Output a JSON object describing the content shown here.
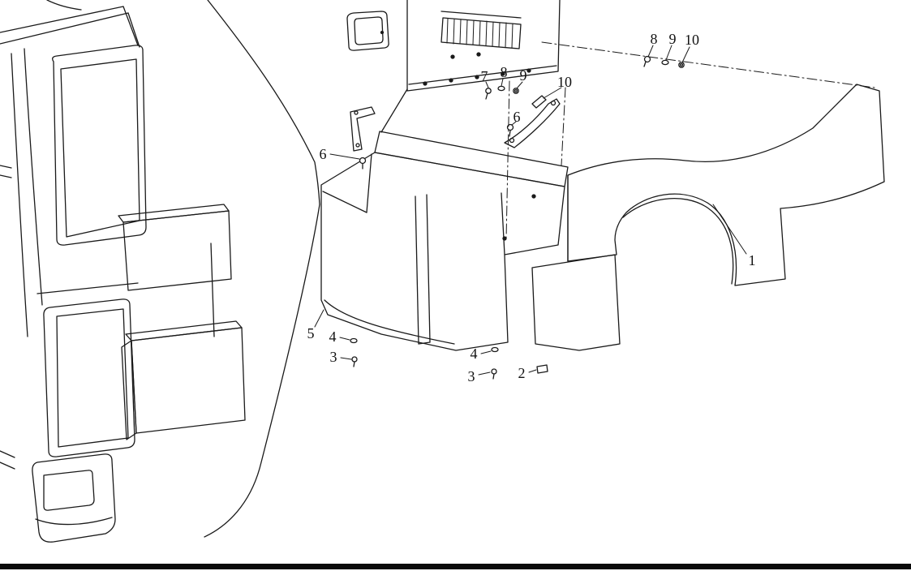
{
  "page": {
    "background_color": "#ffffff",
    "line_color": "#1a1a1a",
    "bottom_bar_color": "#0a0a0a"
  },
  "diagram": {
    "type": "exploded-parts-line-drawing",
    "subject": "truck cab with fender and splash-guard assembly, numbered part callouts",
    "callouts": [
      {
        "label": "8"
      },
      {
        "label": "9"
      },
      {
        "label": "10"
      },
      {
        "label": "7"
      },
      {
        "label": "8"
      },
      {
        "label": "9"
      },
      {
        "label": "10"
      },
      {
        "label": "6"
      },
      {
        "label": "6"
      },
      {
        "label": "1"
      },
      {
        "label": "5"
      },
      {
        "label": "4"
      },
      {
        "label": "3"
      },
      {
        "label": "4"
      },
      {
        "label": "3"
      },
      {
        "label": "2"
      }
    ]
  }
}
